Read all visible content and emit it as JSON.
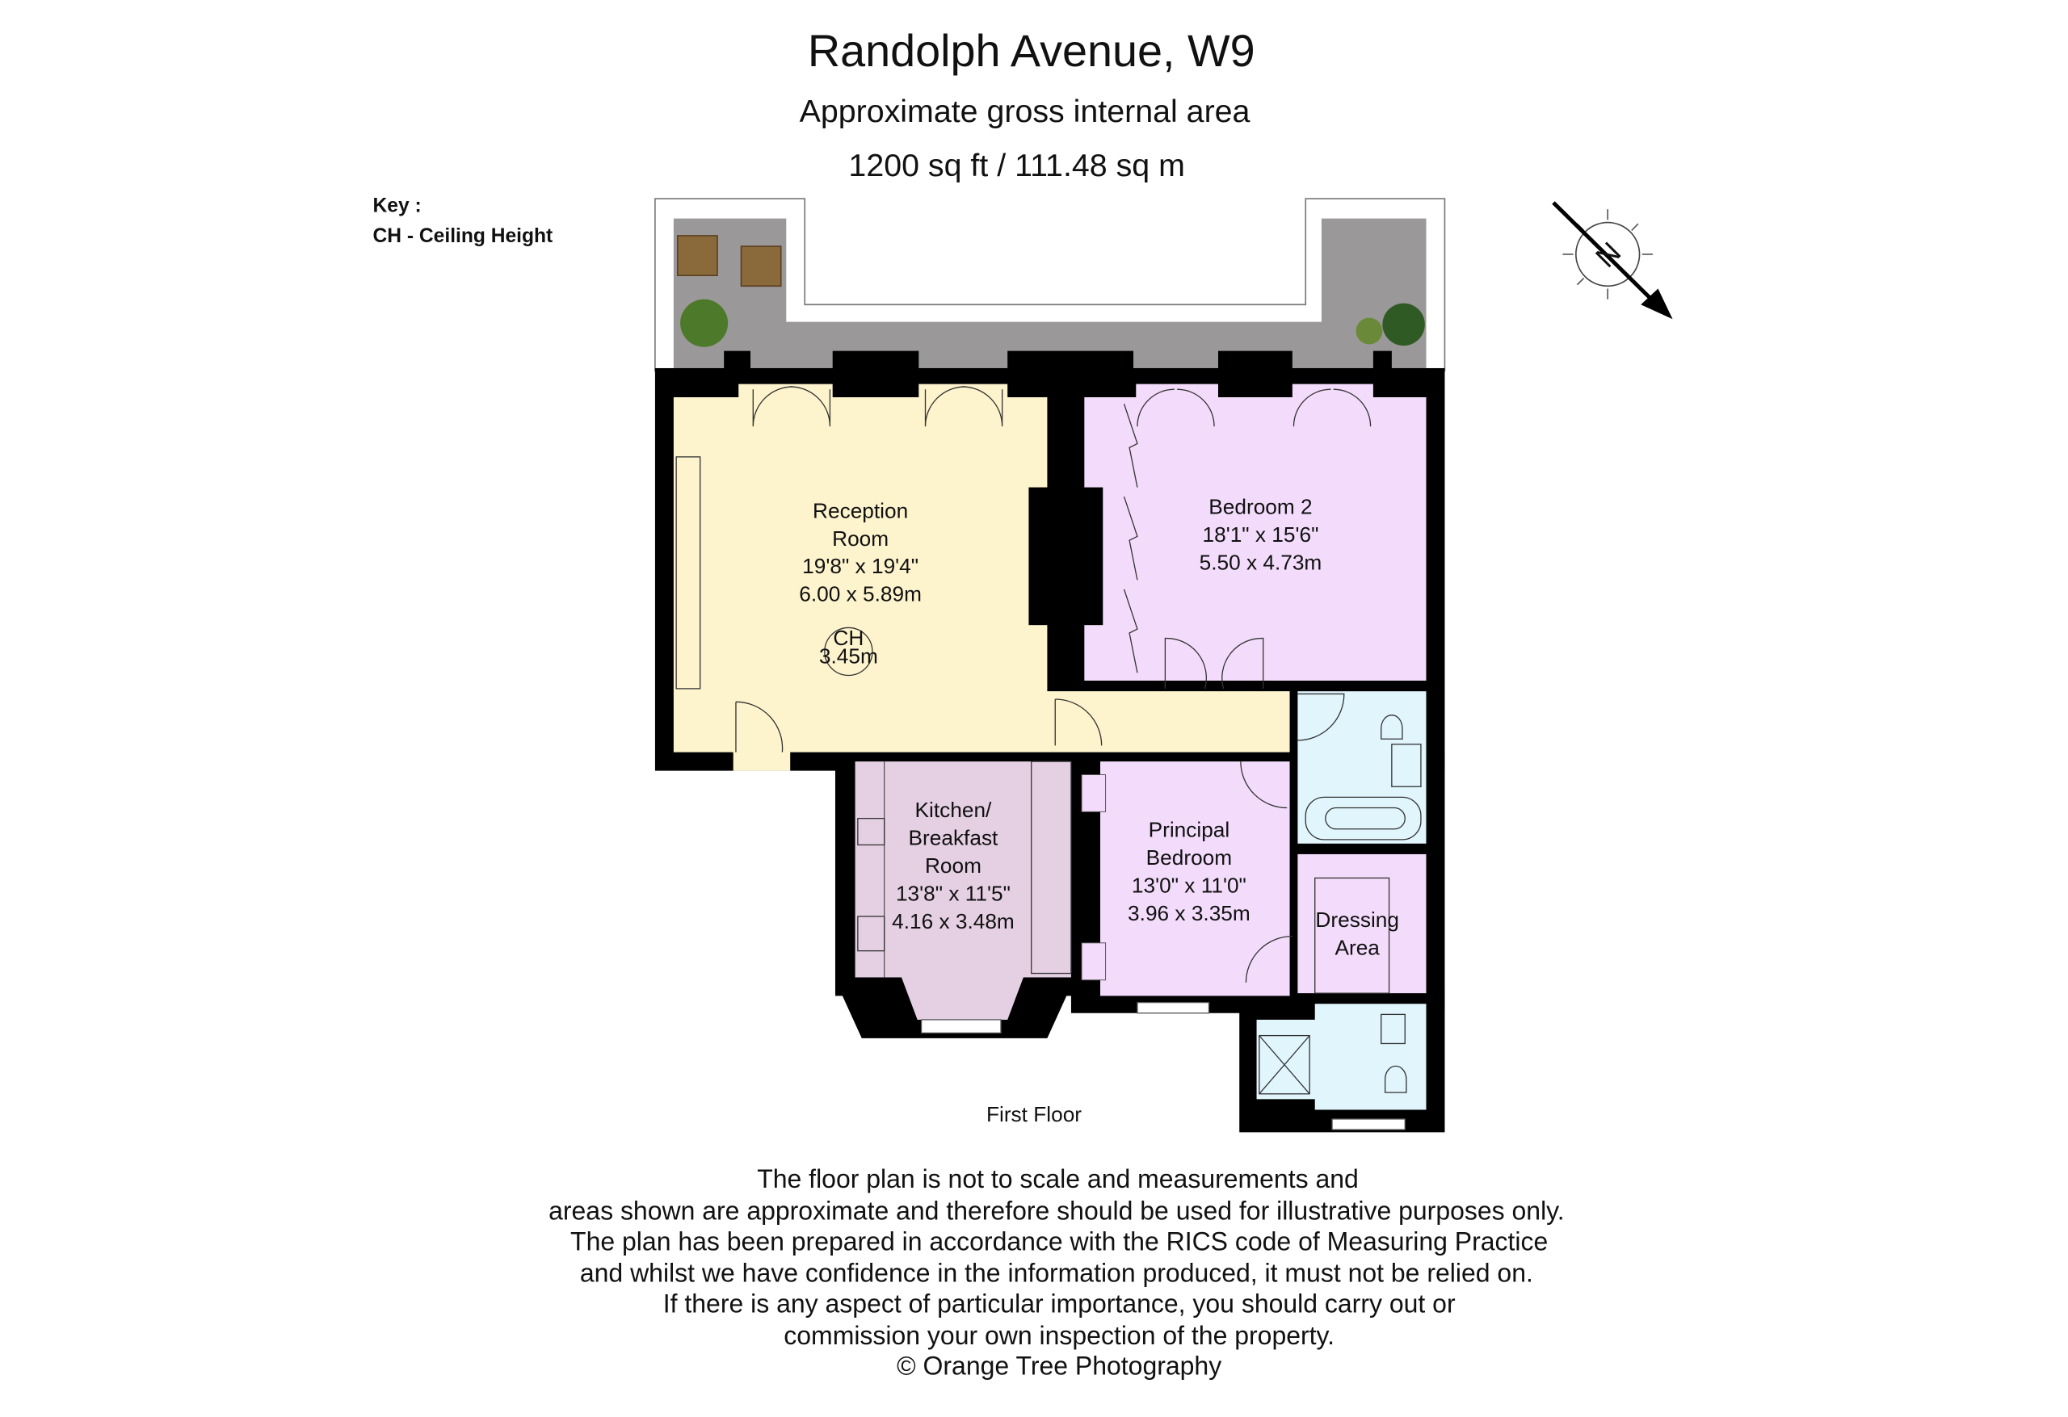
{
  "header": {
    "title": "Randolph Avenue, W9",
    "subtitle": "Approximate gross internal area",
    "area": "1200 sq ft  / 111.48 sq m"
  },
  "key": {
    "title": "Key :",
    "items": [
      "CH - Ceiling Height"
    ]
  },
  "compass": {
    "label": "N",
    "icon": "north-arrow-icon"
  },
  "rooms": {
    "reception": {
      "lines": [
        "Reception",
        "Room",
        "19'8\" x 19'4\"",
        "6.00 x 5.89m"
      ],
      "ceiling": {
        "label": "CH",
        "value": "3.45m"
      },
      "color": "#fdf3cc"
    },
    "bedroom2": {
      "lines": [
        "Bedroom 2",
        "18'1\" x 15'6\"",
        "5.50 x 4.73m"
      ],
      "color": "#f3dcfb"
    },
    "kitchen": {
      "lines": [
        "Kitchen/",
        "Breakfast",
        "Room",
        "13'8\" x 11'5\"",
        "4.16 x 3.48m"
      ],
      "color": "#e5d0e3"
    },
    "principal": {
      "lines": [
        "Principal",
        "Bedroom",
        "13'0\" x 11'0\"",
        "3.96 x 3.35m"
      ],
      "color": "#f3dcfb"
    },
    "dressing": {
      "lines": [
        "Dressing",
        "Area"
      ],
      "color": "#f3dcfb"
    },
    "bathroom_color": "#e1f5fc",
    "terrace_color": "#9a9898"
  },
  "floor_label": "First Floor",
  "disclaimer": [
    "The floor plan is not to scale and measurements and",
    "areas shown are approximate and therefore should be used for illustrative purposes only.",
    "The plan has been prepared in accordance with the RICS code of Measuring Practice",
    "and whilst we have confidence in the information produced, it must not be relied on.",
    "If there is any aspect of particular importance, you should carry out or",
    "commission your own inspection of the property.",
    "© Orange Tree Photography"
  ]
}
